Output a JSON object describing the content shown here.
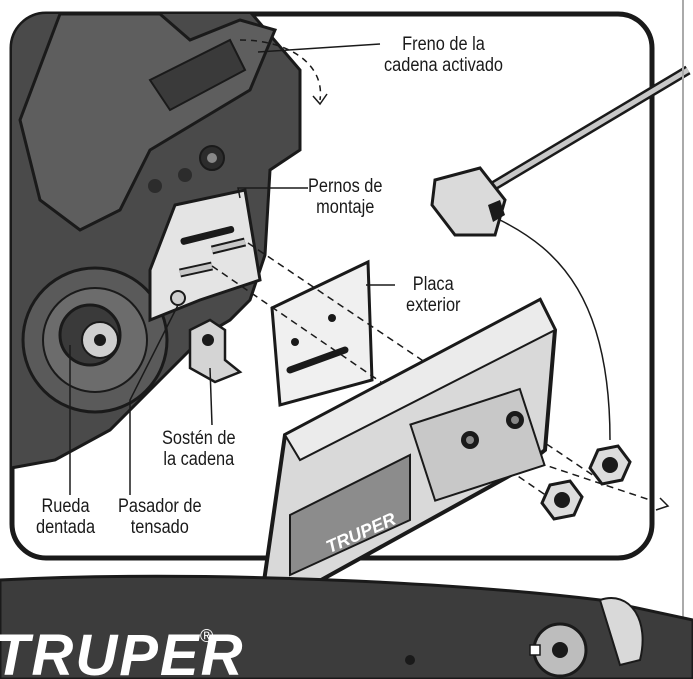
{
  "labels": {
    "chain_brake": {
      "line1": "Freno de la",
      "line2": "cadena activado"
    },
    "mounting_bolts": {
      "line1": "Pernos de",
      "line2": "montaje"
    },
    "outer_plate": {
      "line1": "Placa",
      "line2": "exterior"
    },
    "chain_catcher": {
      "line1": "Sostén de",
      "line2": "la cadena"
    },
    "sprocket": {
      "line1": "Rueda",
      "line2": "dentada"
    },
    "tension_pin": {
      "line1": "Pasador de",
      "line2": "tensado"
    }
  },
  "brand": {
    "cover_logo": "TRUPER",
    "bar_logo": "TRUPER",
    "registered_mark": "®"
  },
  "colors": {
    "outline": "#1a1a1a",
    "body_dark": "#4a4a4a",
    "body_mid": "#6f6f6f",
    "cover_light": "#d9d9d9",
    "cover_logo_bg": "#8c8c8c",
    "bar_dark": "#3c3c3c"
  }
}
